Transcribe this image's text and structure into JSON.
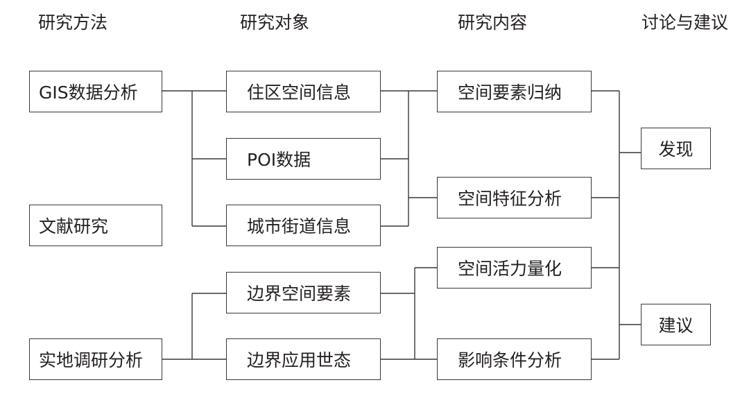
{
  "headers": {
    "methods": "研究方法",
    "objects": "研究对象",
    "content": "研究内容",
    "discussion": "讨论与建议"
  },
  "methods": [
    "GIS数据分析",
    "文献研究",
    "实地调研分析"
  ],
  "objects": [
    "住区空间信息",
    "POI数据",
    "城市街道信息",
    "边界空间要素",
    "边界应用世态"
  ],
  "content": [
    "空间要素归纳",
    "空间特征分析",
    "空间活力量化",
    "影响条件分析"
  ],
  "discussion": [
    "发现",
    "建议"
  ]
}
